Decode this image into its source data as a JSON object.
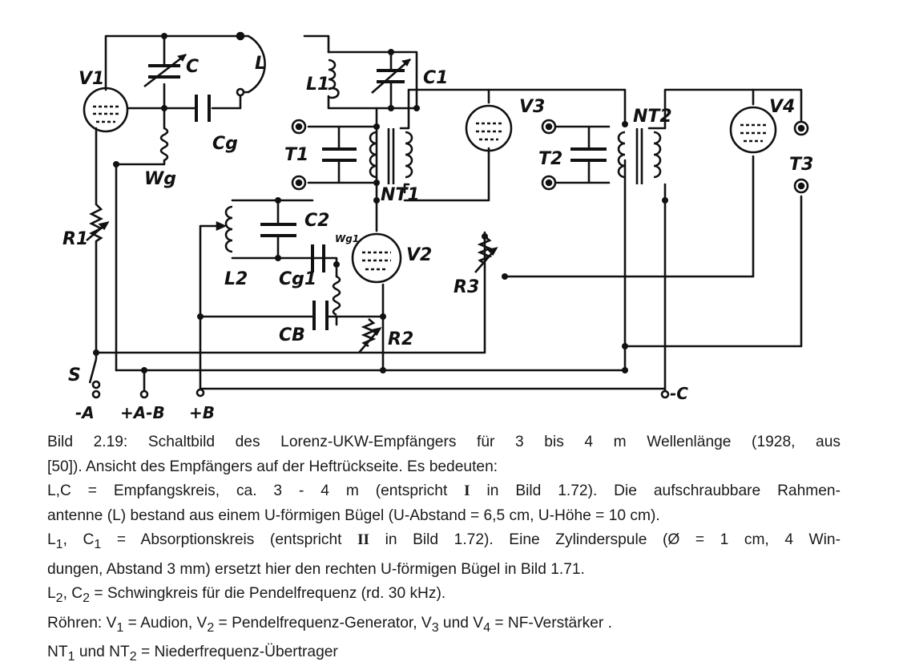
{
  "diagram": {
    "labels": {
      "V1": "V1",
      "C": "C",
      "L": "L",
      "L1": "L1",
      "C1": "C1",
      "V3": "V3",
      "NT2": "NT2",
      "V4": "V4",
      "Cg": "Cg",
      "Wg": "Wg",
      "T1": "T1",
      "T2": "T2",
      "T3": "T3",
      "NT1": "NT1",
      "R1": "R1",
      "C2": "C2",
      "L2": "L2",
      "Wg1": "Wg1",
      "Cg1": "Cg1",
      "V2": "V2",
      "R3": "R3",
      "CB": "CB",
      "R2": "R2",
      "S": "S",
      "minusC": "-C",
      "minusA": "-A",
      "plusAminusB": "+A-B",
      "plusB": "+B"
    }
  },
  "caption": {
    "line1": "Bild 2.19: Schaltbild des Lorenz-UKW-Empfängers für 3 bis 4 m Wellenlänge (1928, aus",
    "line2": "[50]). Ansicht des Empfängers auf der Heftrückseite. Es bedeuten:",
    "line3a": "L,C = Empfangskreis, ca. 3 - 4 m (entspricht ",
    "line3roman": "I",
    "line3b": " in Bild 1.72). Die aufschraubbare Rahmen-",
    "line4": "antenne (L) bestand aus einem U-förmigen Bügel (U-Abstand = 6,5 cm, U-Höhe = 10 cm).",
    "line5a": "L",
    "line5sub1": "1",
    "line5b": ", C",
    "line5sub2": "1",
    "line5c": " = Absorptionskreis (entspricht ",
    "line5roman": "II",
    "line5d": " in Bild 1.72). Eine Zylinderspule (Ø = 1 cm, 4 Win-",
    "line6": "dungen, Abstand 3 mm) ersetzt hier den rechten U-förmigen Bügel in Bild 1.71.",
    "line7a": "L",
    "line7sub1": "2",
    "line7b": ", C",
    "line7sub2": "2",
    "line7c": " = Schwingkreis für die Pendelfrequenz (rd. 30 kHz).",
    "line8a": "Röhren: V",
    "line8sub1": "1",
    "line8b": " = Audion, V",
    "line8sub2": "2",
    "line8c": " = Pendelfrequenz-Generator, V",
    "line8sub3": "3",
    "line8d": " und V",
    "line8sub4": "4",
    "line8e": " = NF-Verstärker .",
    "line9a": "NT",
    "line9sub1": "1",
    "line9b": " und NT",
    "line9sub2": "2",
    "line9c": " = Niederfrequenz-Übertrager"
  }
}
